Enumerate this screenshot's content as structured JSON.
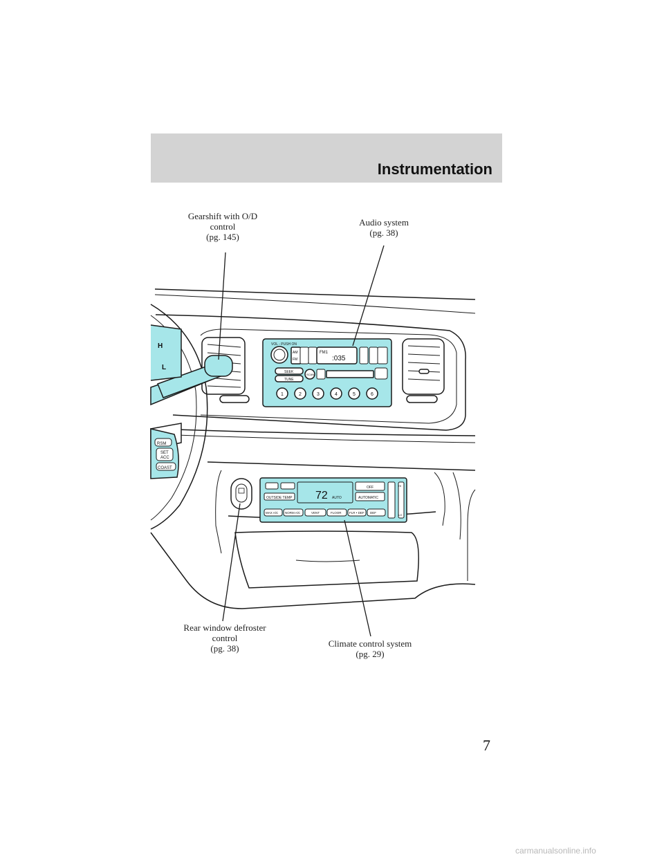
{
  "header": {
    "title": "Instrumentation"
  },
  "callouts": {
    "gearshift": {
      "line1": "Gearshift with O/D",
      "line2": "control",
      "line3": "(pg. 145)"
    },
    "audio": {
      "line1": "Audio system",
      "line2": "(pg. 38)"
    },
    "rear_defroster": {
      "line1": "Rear window defroster",
      "line2": "control",
      "line3": "(pg. 38)"
    },
    "climate": {
      "line1": "Climate control system",
      "line2": "(pg. 29)"
    }
  },
  "illustration": {
    "cluster_labels": {
      "hot": "H",
      "low": "L"
    },
    "speed_control_labels": [
      "RSM",
      "SET",
      "ACC",
      "COAST"
    ],
    "radio_labels": {
      "volume": "VOL - PUSH ON",
      "band_am": "AM",
      "band_fm": "FM",
      "seek": "SEEK",
      "tune": "TUNE",
      "scan": "SCAN",
      "display": "FM1",
      "presets": [
        "1",
        "2",
        "3",
        "4",
        "5",
        "6"
      ]
    },
    "climate_labels": {
      "temperature": "72",
      "mode": "AUTO",
      "outside_temp": "OUTSIDE TEMP",
      "off": "OFF",
      "automatic": "AUTOMATIC",
      "buttons": [
        "MAX A/C",
        "NORM A/C",
        "VENT",
        "FLOOR",
        "FLR • DEF",
        "DEF"
      ],
      "fan_hi": "HI",
      "fan_lo": "LO"
    }
  },
  "colors": {
    "header_bg": "#d3d3d3",
    "panel_accent": "#a6e6e9",
    "line": "#1a1a1a"
  },
  "page_number": "7",
  "watermark": "carmanualsonline.info"
}
